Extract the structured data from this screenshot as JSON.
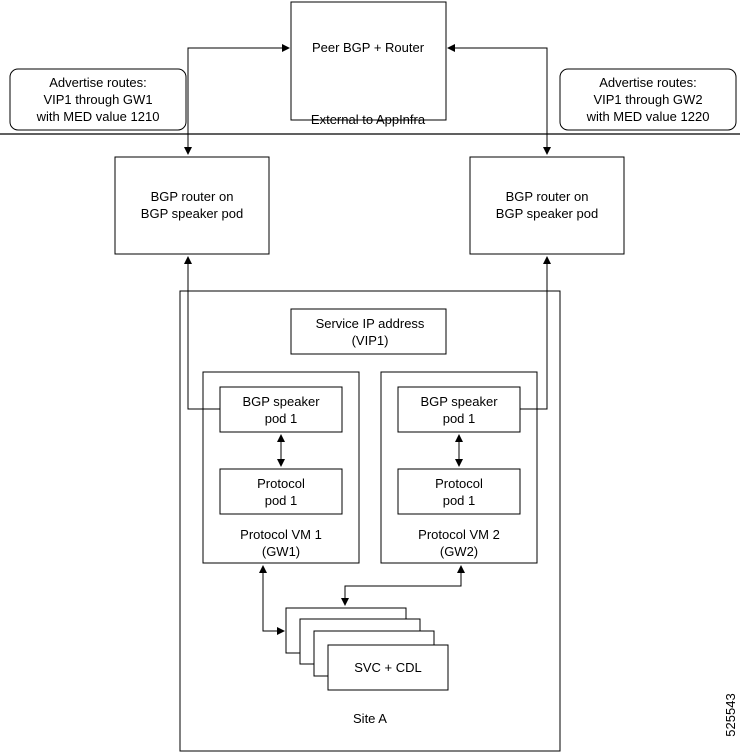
{
  "peer_router": {
    "label": "Peer BGP + Router"
  },
  "left_advertise": {
    "line1": "Advertise routes:",
    "line2": "VIP1 through GW1",
    "line3": "with MED value 1210"
  },
  "right_advertise": {
    "line1": "Advertise routes:",
    "line2": "VIP1 through GW2",
    "line3": "with MED value 1220"
  },
  "external_label": "External to AppInfra",
  "bgp_router_left": {
    "line1": "BGP router on",
    "line2": "BGP speaker pod"
  },
  "bgp_router_right": {
    "line1": "BGP router on",
    "line2": "BGP speaker pod"
  },
  "service_ip": {
    "line1": "Service IP address",
    "line2": "(VIP1)"
  },
  "vm1": {
    "speaker": {
      "line1": "BGP speaker",
      "line2": "pod 1"
    },
    "protocol": {
      "line1": "Protocol",
      "line2": "pod 1"
    },
    "label1": "Protocol VM 1",
    "label2": "(GW1)"
  },
  "vm2": {
    "speaker": {
      "line1": "BGP speaker",
      "line2": "pod 1"
    },
    "protocol": {
      "line1": "Protocol",
      "line2": "pod 1"
    },
    "label1": "Protocol VM 2",
    "label2": "(GW2)"
  },
  "svc_cdl": "SVC + CDL",
  "site_label": "Site A",
  "figure_id": "525543"
}
